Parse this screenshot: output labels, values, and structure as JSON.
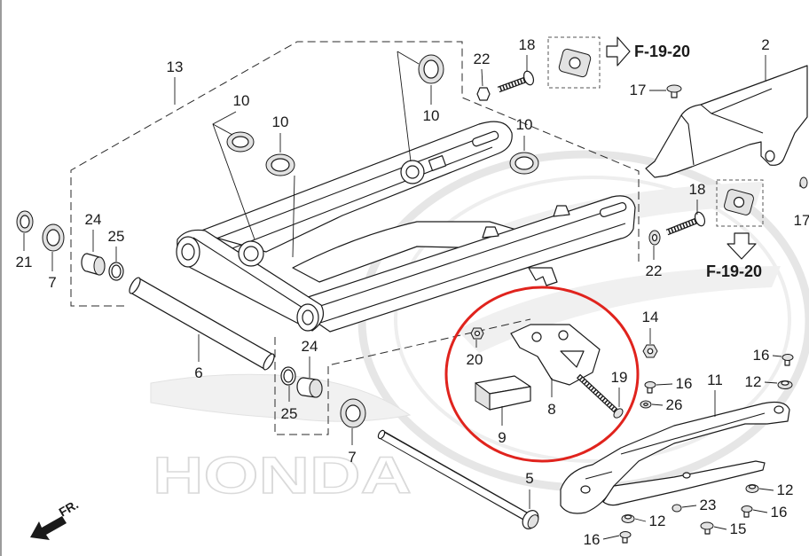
{
  "callouts": [
    {
      "label": "13"
    },
    {
      "label": "10"
    },
    {
      "label": "10"
    },
    {
      "label": "10"
    },
    {
      "label": "10"
    },
    {
      "label": "22"
    },
    {
      "label": "18"
    },
    {
      "label": "2"
    },
    {
      "label": "17"
    },
    {
      "label": "18"
    },
    {
      "label": "22"
    },
    {
      "label": "17"
    },
    {
      "label": "24"
    },
    {
      "label": "25"
    },
    {
      "label": "21"
    },
    {
      "label": "7"
    },
    {
      "label": "6"
    },
    {
      "label": "24"
    },
    {
      "label": "25"
    },
    {
      "label": "7"
    },
    {
      "label": "5"
    },
    {
      "label": "14"
    },
    {
      "label": "20"
    },
    {
      "label": "8"
    },
    {
      "label": "9"
    },
    {
      "label": "19"
    },
    {
      "label": "16"
    },
    {
      "label": "11"
    },
    {
      "label": "16"
    },
    {
      "label": "12"
    },
    {
      "label": "26"
    },
    {
      "label": "12"
    },
    {
      "label": "23"
    },
    {
      "label": "16"
    },
    {
      "label": "12"
    },
    {
      "label": "15"
    },
    {
      "label": "16"
    }
  ],
  "references": [
    {
      "label": "F-19-20",
      "icon": "arrow-right-icon"
    },
    {
      "label": "F-19-20",
      "icon": "arrow-down-icon"
    }
  ],
  "direction": {
    "label": "FR.",
    "icon": "arrow-down-left-icon"
  },
  "watermark": {
    "text": "HONDA"
  },
  "colors": {
    "line": "#1a1a1a",
    "highlight": "#e0231d",
    "watermark": "#e4e4e4"
  }
}
